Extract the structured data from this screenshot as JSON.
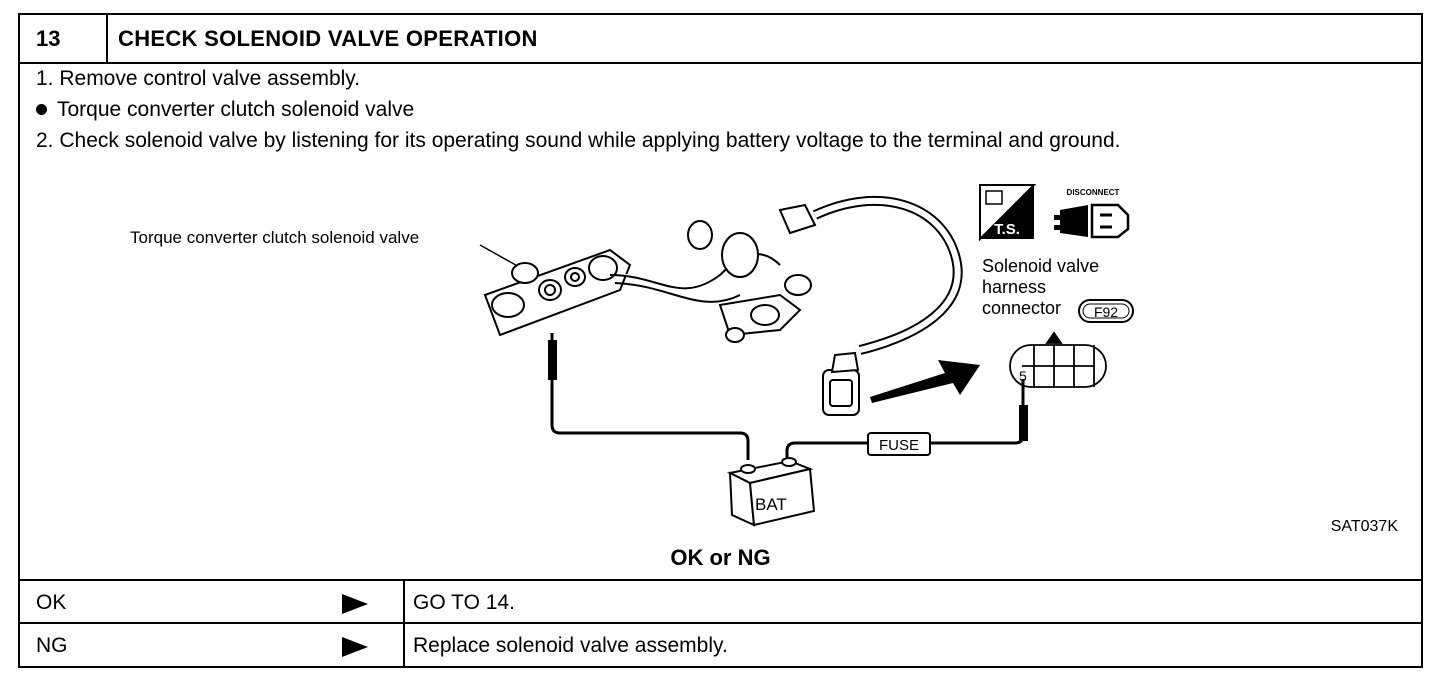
{
  "header": {
    "step_number": "13",
    "title": "CHECK SOLENOID VALVE OPERATION"
  },
  "instructions": [
    "1.  Remove control valve assembly.",
    "Torque converter clutch solenoid valve",
    "2.  Check solenoid valve by listening for its operating sound while applying battery voltage to the terminal and ground."
  ],
  "figure": {
    "valve_label": "Torque converter clutch solenoid valve",
    "ts_icon_label": "T.S.",
    "disconnect_label": "DISCONNECT",
    "connector_label_lines": [
      "Solenoid valve",
      "harness",
      "connector"
    ],
    "connector_code": "F92",
    "terminal_number": "5",
    "fuse_label": "FUSE",
    "battery_label": "BAT",
    "figure_id": "SAT037K"
  },
  "result_question": "OK or NG",
  "results": [
    {
      "condition": "OK",
      "action": "GO TO 14."
    },
    {
      "condition": "NG",
      "action": "Replace solenoid valve assembly."
    }
  ]
}
